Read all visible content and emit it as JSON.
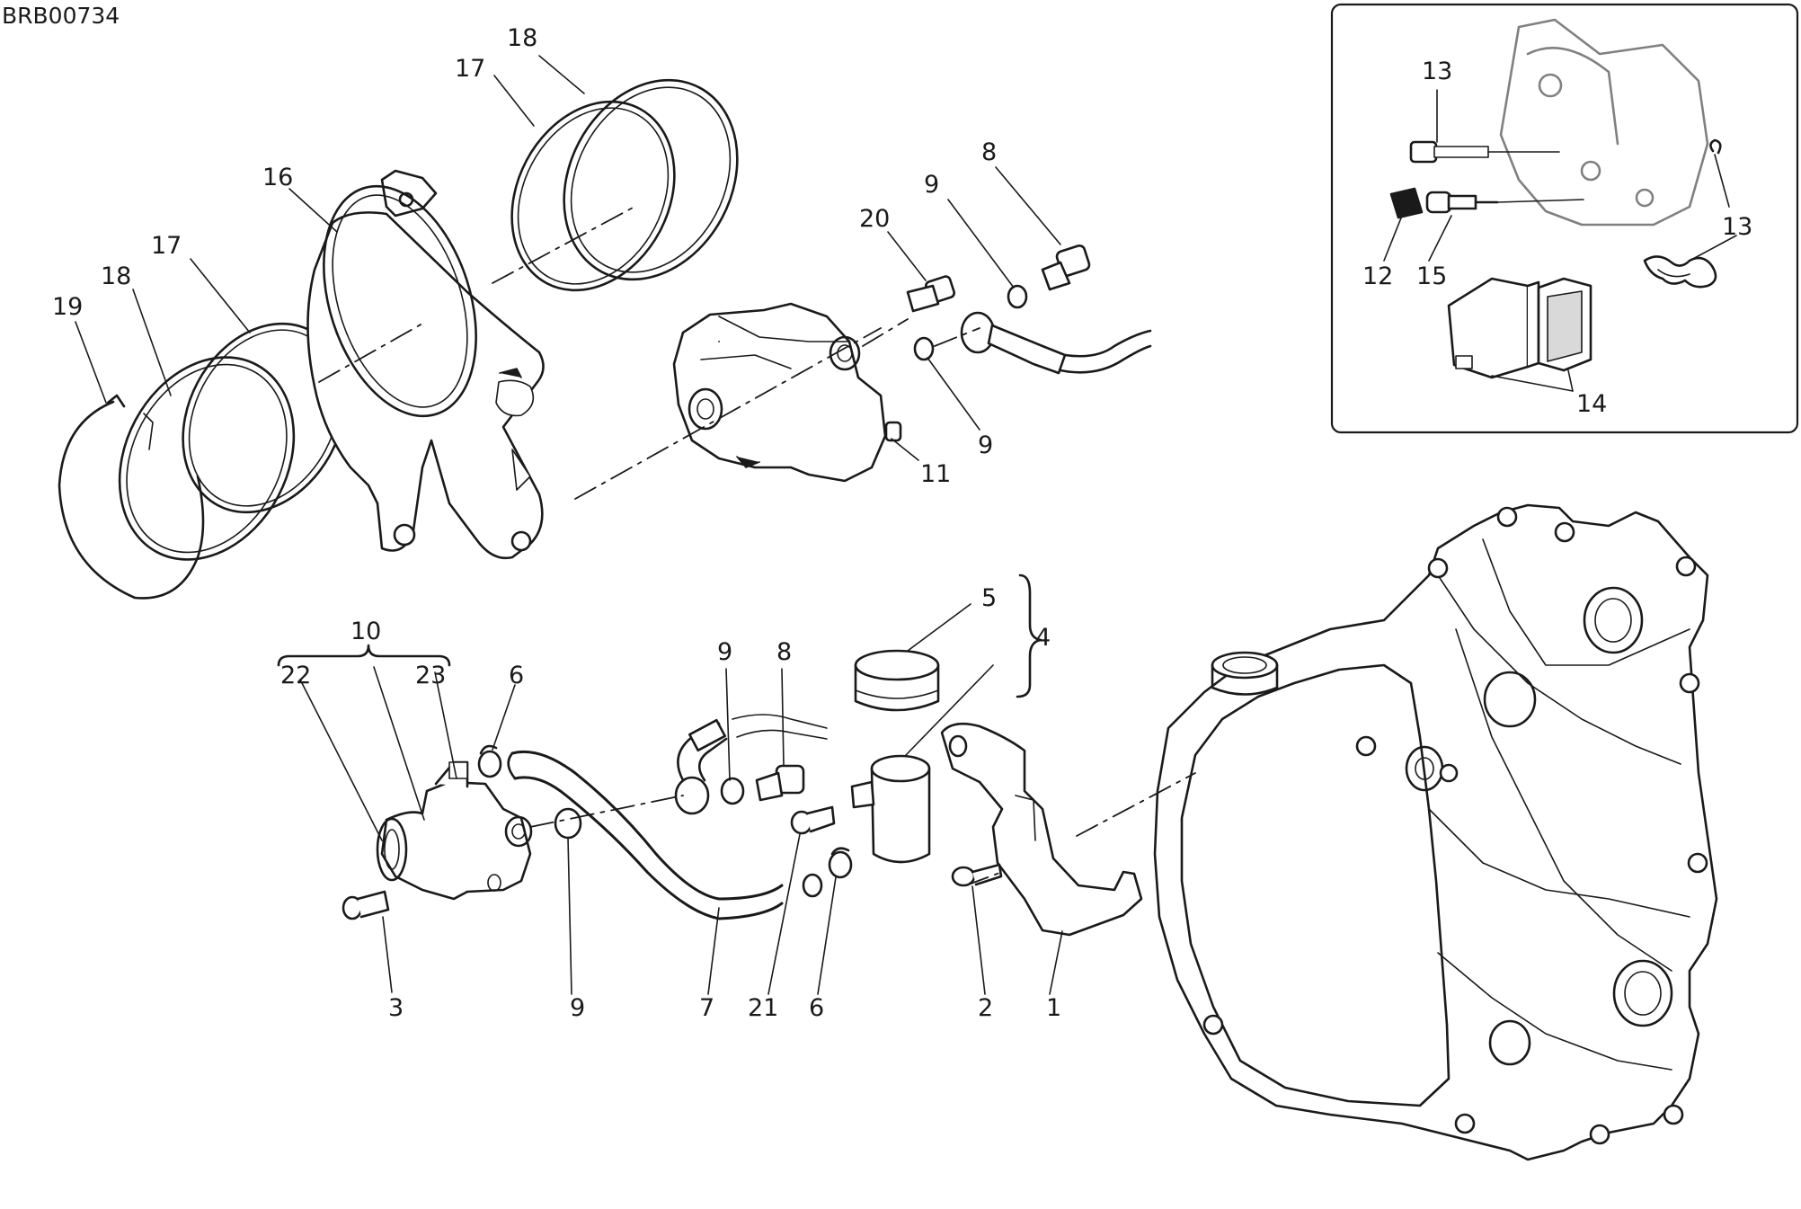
{
  "diagram_code": "BRB00734",
  "callouts": [
    "18",
    "17",
    "16",
    "8",
    "9",
    "20",
    "17",
    "18",
    "19",
    "11",
    "9",
    "13",
    "13",
    "12",
    "15",
    "14",
    "10",
    "22",
    "23",
    "6",
    "9",
    "8",
    "5",
    "4",
    "3",
    "9",
    "7",
    "21",
    "6",
    "2",
    "1"
  ]
}
